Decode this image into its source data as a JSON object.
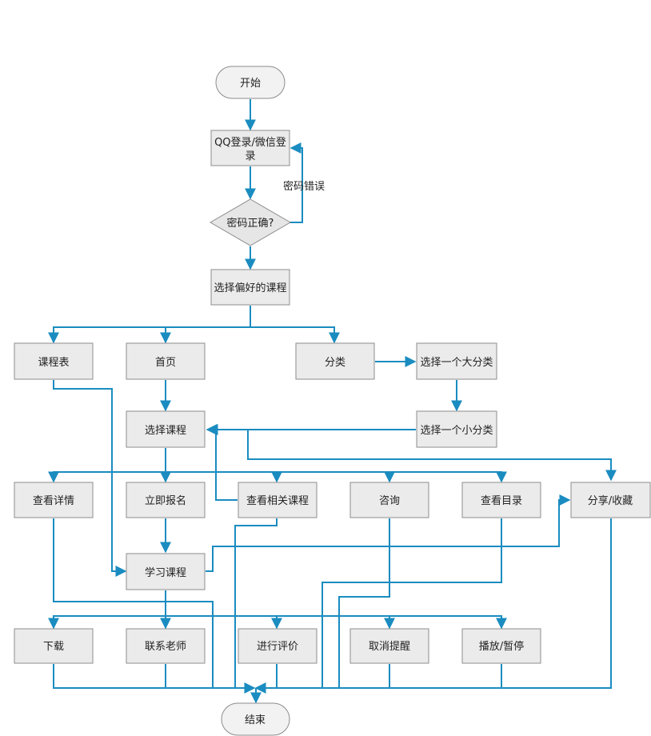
{
  "colors": {
    "line": "#1A8CC0",
    "box_fill": "#EBEBEB",
    "box_stroke": "#8C8C8C",
    "decision_fill": "#E6E6E6",
    "terminal_fill": "#F2F2F2"
  },
  "nodes": {
    "start": "开始",
    "login": "QQ登录/微信登录",
    "password_check": "密码正确?",
    "choose_pref": "选择偏好的课程",
    "schedule": "课程表",
    "home": "首页",
    "category": "分类",
    "choose_big": "选择一个大分类",
    "choose_course": "选择课程",
    "choose_small": "选择一个小分类",
    "view_detail": "查看详情",
    "enroll": "立即报名",
    "view_related": "查看相关课程",
    "consult": "咨询",
    "view_catalog": "查看目录",
    "share_collect": "分享/收藏",
    "study": "学习课程",
    "download": "下载",
    "contact_teacher": "联系老师",
    "review": "进行评价",
    "cancel_reminder": "取消提醒",
    "play_pause": "播放/暂停",
    "end": "结束"
  },
  "edge_labels": {
    "wrong_password": "密码错误"
  }
}
